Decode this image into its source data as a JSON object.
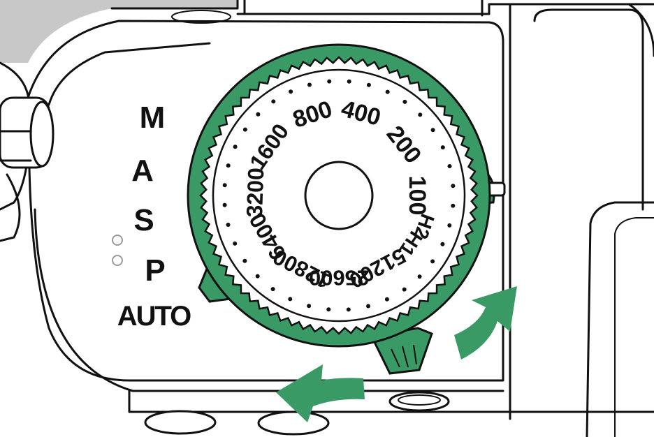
{
  "colors": {
    "accent": "#3a9a66",
    "ink": "#111111",
    "background": "#ffffff",
    "shade": "#c8c8c8"
  },
  "mode_dial": {
    "labels": [
      "M",
      "A",
      "S",
      "P",
      "AUTO"
    ]
  },
  "iso_dial": {
    "values": [
      "100",
      "200",
      "400",
      "800",
      "1600",
      "3200",
      "6400",
      "12800",
      "25600",
      "51200",
      "H1",
      "H2"
    ]
  },
  "arrows": [
    {
      "icon": "curved-arrow-up-right-icon",
      "direction": "up-right"
    },
    {
      "icon": "curved-arrow-left-icon",
      "direction": "left"
    }
  ]
}
